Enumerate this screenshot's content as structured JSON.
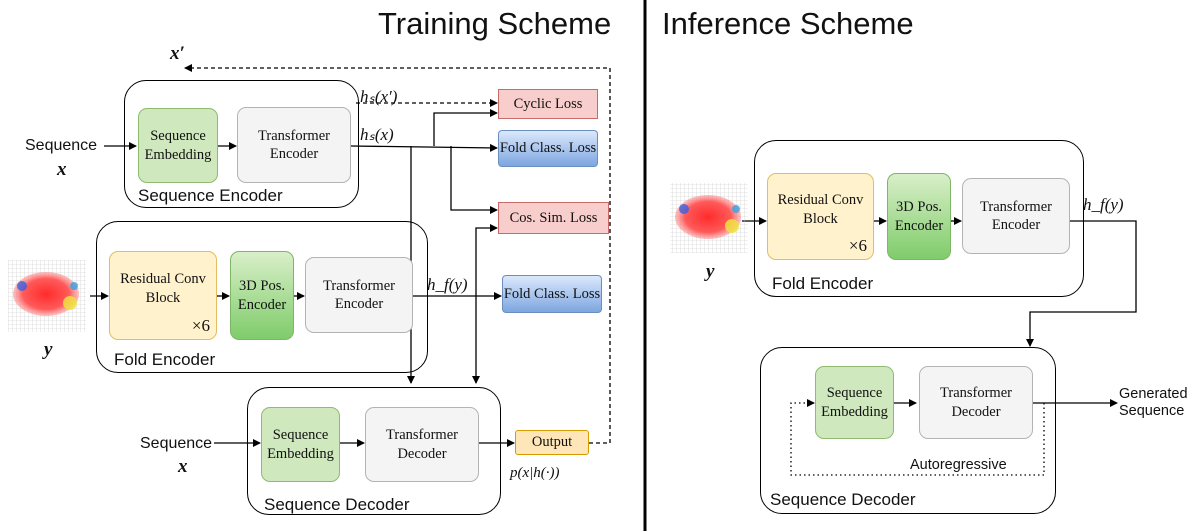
{
  "headers": {
    "training": "Training Scheme",
    "inference": "Inference Scheme"
  },
  "training": {
    "x_prime": "x′",
    "hs_x_prime": "hₛ(x′)",
    "hs_x": "hₛ(x)",
    "hf_y": "h_f(y)",
    "seq_input": {
      "label": "Sequence",
      "var": "x"
    },
    "seq_input2": {
      "label": "Sequence",
      "var": "x"
    },
    "structure_var": "y",
    "sequence_encoder": {
      "title": "Sequence Encoder",
      "embedding": "Sequence Embedding",
      "transformer": "Transformer Encoder"
    },
    "fold_encoder": {
      "title": "Fold Encoder",
      "residual": "Residual Conv Block",
      "times": "×6",
      "pos": "3D Pos. Encoder",
      "transformer": "Transformer Encoder"
    },
    "sequence_decoder": {
      "title": "Sequence Decoder",
      "embedding": "Sequence Embedding",
      "transformer": "Transformer Decoder"
    },
    "losses": {
      "cyclic": "Cyclic Loss",
      "fold1": "Fold Class. Loss",
      "cos": "Cos. Sim. Loss",
      "fold2": "Fold Class. Loss"
    },
    "output": "Output",
    "output_prob": "p(x|h(·))"
  },
  "inference": {
    "structure_var": "y",
    "hf_y": "h_f(y)",
    "fold_encoder": {
      "title": "Fold Encoder",
      "residual": "Residual Conv Block",
      "times": "×6",
      "pos": "3D Pos. Encoder",
      "transformer": "Transformer Encoder"
    },
    "sequence_decoder": {
      "title": "Sequence Decoder",
      "embedding": "Sequence Embedding",
      "transformer": "Transformer Decoder",
      "autoregressive": "Autoregressive"
    },
    "generated": "Generated Sequence"
  },
  "colors": {
    "green": "#cfe8bd",
    "yellow": "#fff2cc",
    "gray": "#f4f4f4",
    "pink": "#f8cecc",
    "blue": "#7ea6e0",
    "orange": "#ffe6b8"
  },
  "icons": [
    "protein-structure-voxel-icon"
  ]
}
